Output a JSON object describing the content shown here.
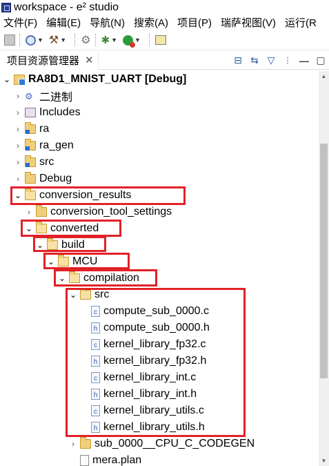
{
  "window": {
    "title": "workspace - e² studio"
  },
  "menubar": {
    "items": [
      "文件(F)",
      "编辑(E)",
      "导航(N)",
      "搜索(A)",
      "项目(P)",
      "瑞萨视图(V)",
      "运行(R"
    ]
  },
  "toolbar": {
    "icons": [
      "save-icon",
      "globe-icon",
      "hammer-icon",
      "gear-icon",
      "bug-icon",
      "run-icon",
      "external-icon"
    ]
  },
  "view": {
    "tab_label": "项目资源管理器",
    "close_glyph": "✕"
  },
  "tree": {
    "project": "RA8D1_MNIST_UART [Debug]",
    "binaries": "二进制",
    "includes": "Includes",
    "ra": "ra",
    "ra_gen": "ra_gen",
    "src_root": "src",
    "debug": "Debug",
    "conversion_results": "conversion_results",
    "conversion_tool_settings": "conversion_tool_settings",
    "converted": "converted",
    "build": "build",
    "mcu": "MCU",
    "compilation": "compilation",
    "src": "src",
    "files": [
      "compute_sub_0000.c",
      "compute_sub_0000.h",
      "kernel_library_fp32.c",
      "kernel_library_fp32.h",
      "kernel_library_int.c",
      "kernel_library_int.h",
      "kernel_library_utils.c",
      "kernel_library_utils.h"
    ],
    "codegen": "sub_0000__CPU_C_CODEGEN",
    "mera_plan": "mera.plan"
  },
  "colors": {
    "highlight": "#e12127",
    "folder": "#f0cf7a"
  }
}
